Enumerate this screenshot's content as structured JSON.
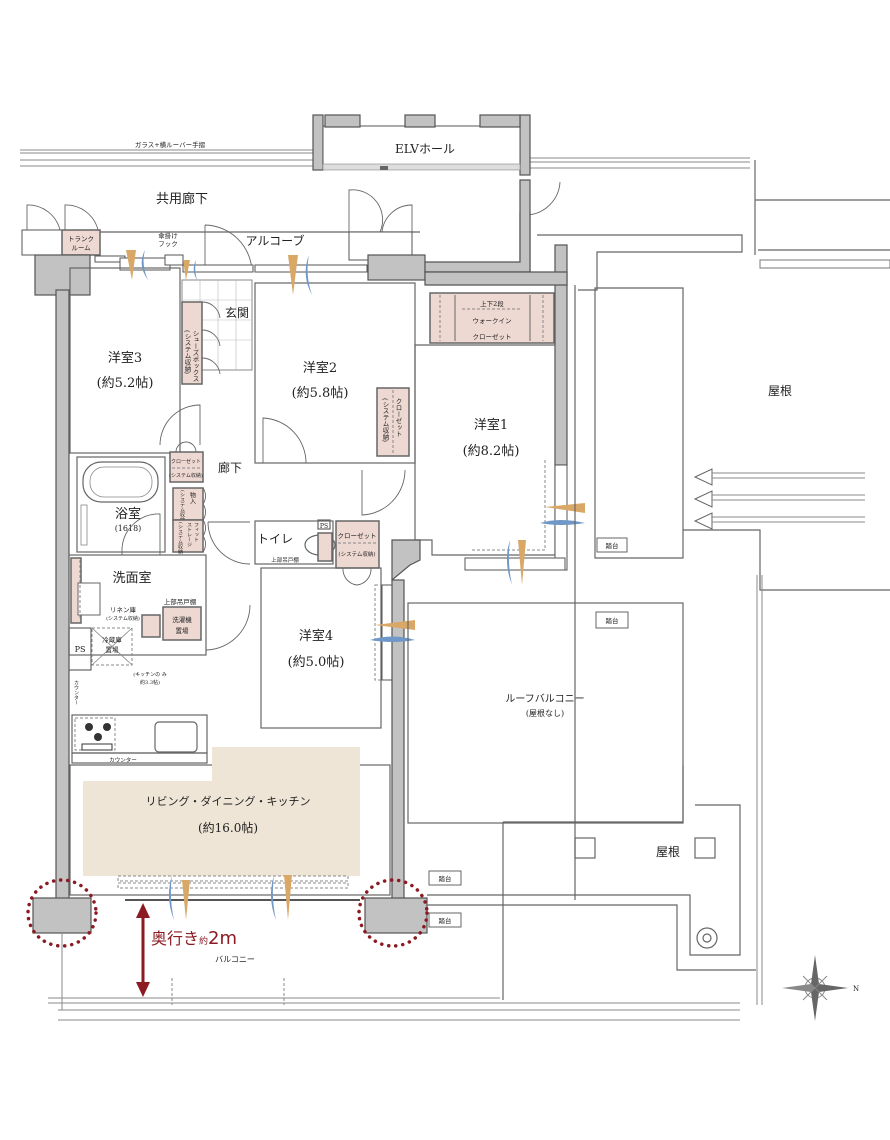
{
  "plan": {
    "handrail_note": "ガラス+横ルーバー手摺",
    "common_corridor": "共用廊下",
    "elv_hall": "ELVホール",
    "alcove": "アルコーブ",
    "trunk_room": [
      "トランク",
      "ルーム"
    ],
    "umbrella_hook": [
      "傘掛け",
      "フック"
    ],
    "entrance": "玄関",
    "shoe_box": "シューズボックス",
    "shoe_box_sub": "(システム収納)",
    "corridor": "廊下",
    "rooms": [
      {
        "name": "洋室3",
        "size": "(約5.2帖)"
      },
      {
        "name": "洋室2",
        "size": "(約5.8帖)"
      },
      {
        "name": "洋室1",
        "size": "(約8.2帖)"
      },
      {
        "name": "洋室4",
        "size": "(約5.0帖)"
      }
    ],
    "wic": {
      "line1": "上下2段",
      "line2": "ウォークイン",
      "line3": "クローゼット"
    },
    "closet_r2": {
      "line1": "クローゼット",
      "line2": "(システム収納)"
    },
    "closet_hall": {
      "line1": "クローゼット",
      "line2": "(システム収納)"
    },
    "closet_toilet": {
      "line1": "クローゼット",
      "line2": "(システム収納)"
    },
    "storage": {
      "line1": "物入",
      "line2": "(システム収納)"
    },
    "tight_storage": {
      "line1": "フィット",
      "line2": "ストレージ",
      "line3": "(システム収納)"
    },
    "bath": {
      "name": "浴室",
      "size": "(1618)"
    },
    "washroom": "洗面室",
    "linen": {
      "line1": "リネン庫",
      "line2": "(システム収納)"
    },
    "upper_cabinet": "上部吊戸棚",
    "washer": {
      "line1": "洗濯機",
      "line2": "置場"
    },
    "fridge": {
      "line1": "冷蔵庫",
      "line2": "置場"
    },
    "ps": "PS",
    "counter": "カウンター",
    "kitchen_only": {
      "line1": "(キッチンの み",
      "line2": "約3.3帖)"
    },
    "toilet": "トイレ",
    "toilet_cabinet": "上部吊戸棚",
    "ldk": {
      "name": "リビング・ダイニング・キッチン",
      "size": "(約16.0帖)"
    },
    "balcony": "バルコニー",
    "depth_label": {
      "main": "奥行き",
      "small": "約",
      "value": "2m"
    },
    "roof_balcony": {
      "name": "ルーフバルコニー",
      "sub": "(屋根なし)"
    },
    "roof": "屋根",
    "step": "踏台",
    "compass": "N"
  },
  "colors": {
    "storage": "#eed9d2",
    "ldk": "#efe5d6",
    "wall": "#c2c2c2",
    "airflow_warm": "#d9a766",
    "airflow_cool": "#6f97c7",
    "highlight": "#8b1a22"
  }
}
